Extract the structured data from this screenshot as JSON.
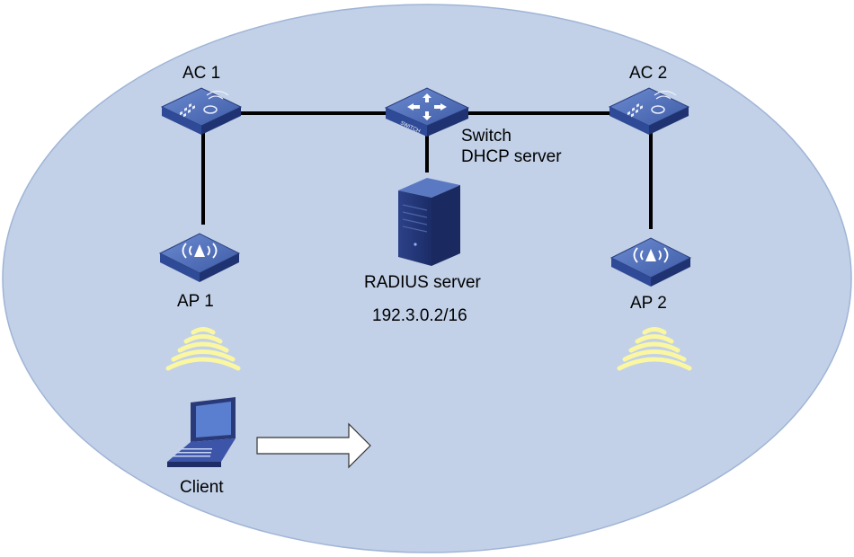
{
  "colors": {
    "zone_fill": "#c2d1e8",
    "zone_stroke": "#9fb4d6",
    "device_top": "#4f6fb8",
    "device_side": "#2a3f7f",
    "link": "#000000",
    "wifi_waves": "#fbf7a0",
    "arrow_fill": "#ffffff"
  },
  "nodes": {
    "ac1": {
      "label": "AC 1",
      "icon": "wireless-controller-icon"
    },
    "ac2": {
      "label": "AC 2",
      "icon": "wireless-controller-icon"
    },
    "switch": {
      "label": "Switch",
      "role": "DHCP server",
      "icon": "switch-icon",
      "device_text": "SWITCH"
    },
    "radius": {
      "label": "RADIUS server",
      "ip": "192.3.0.2/16",
      "icon": "server-tower-icon"
    },
    "ap1": {
      "label": "AP 1",
      "icon": "access-point-icon"
    },
    "ap2": {
      "label": "AP 2",
      "icon": "access-point-icon"
    },
    "client": {
      "label": "Client",
      "icon": "laptop-icon"
    }
  },
  "links": [
    {
      "from": "ac1",
      "to": "switch"
    },
    {
      "from": "switch",
      "to": "ac2"
    },
    {
      "from": "switch",
      "to": "radius"
    },
    {
      "from": "ac1",
      "to": "ap1"
    },
    {
      "from": "ac2",
      "to": "ap2"
    }
  ],
  "movement": {
    "icon": "roaming-arrow-icon",
    "direction": "right"
  }
}
